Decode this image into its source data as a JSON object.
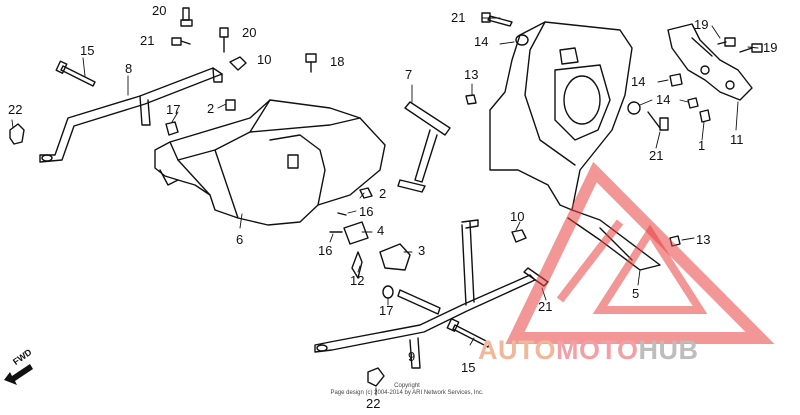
{
  "diagram": {
    "callouts": {
      "c1": "20",
      "c2": "21",
      "c3": "20",
      "c4": "10",
      "c5": "15",
      "c6": "8",
      "c7": "18",
      "c8": "22",
      "c9": "17",
      "c10": "2",
      "c11": "6",
      "c12": "2",
      "c13": "16",
      "c14": "4",
      "c15": "16",
      "c16": "3",
      "c17": "12",
      "c18": "17",
      "c19": "9",
      "c20": "15",
      "c21": "22",
      "c22": "7",
      "c23": "13",
      "c24": "10",
      "c25": "21",
      "c26": "14",
      "c27": "19",
      "c28": "19",
      "c29": "14",
      "c30": "14",
      "c31": "21",
      "c32": "1",
      "c33": "11",
      "c34": "13",
      "c35": "5",
      "c36": "21"
    },
    "fwd_label": "FWD",
    "copyright_lines": [
      "Copyright",
      "Page design (c) 2004-2014 by ARI Network Services, Inc."
    ]
  },
  "watermark": {
    "part1": "AUTO",
    "part2": "MOTO",
    "part3": "HUB"
  },
  "colors": {
    "line": "#111111",
    "watermark_red": "#e84040",
    "watermark_orange": "#f0b79a",
    "watermark_pink": "#f2a0a6",
    "watermark_grey": "#bdbdbd"
  },
  "icons": [
    "fwd-arrow-icon",
    "watermark-triangle-icon"
  ]
}
